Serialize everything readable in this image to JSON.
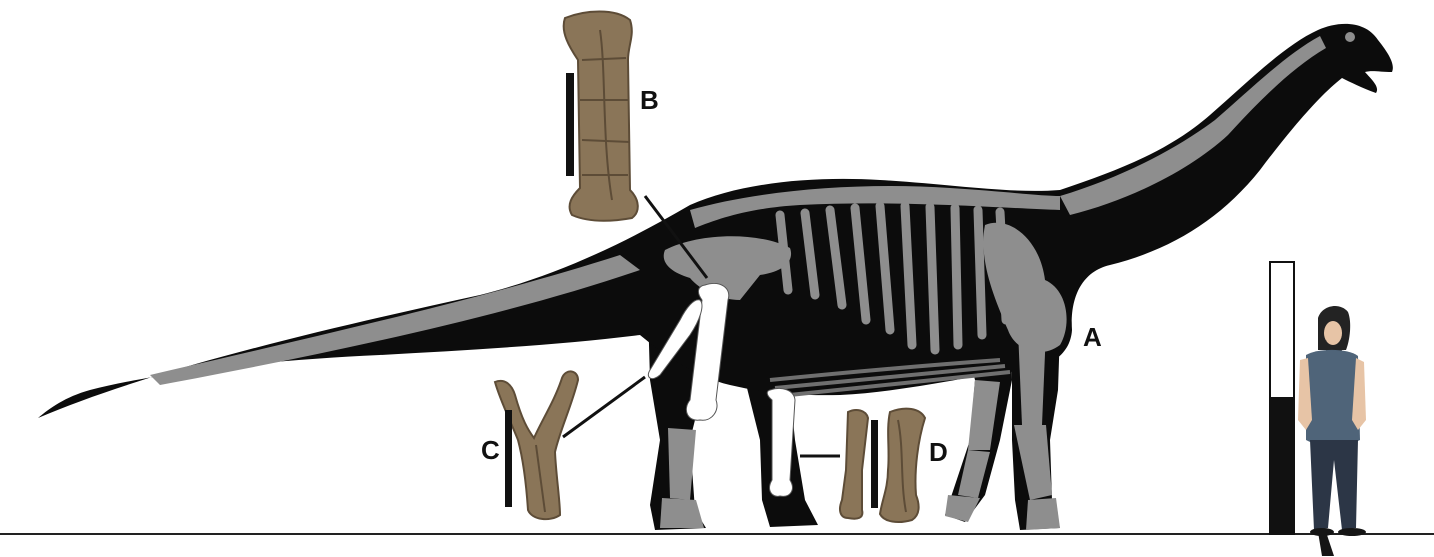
{
  "figure": {
    "panel_labels": {
      "a": "A",
      "b": "B",
      "c": "C",
      "d": "D"
    },
    "colors": {
      "silhouette": "#0c0c0c",
      "known_bone": "#8e8e8e",
      "preserved_bone": "#ffffff",
      "fossil": "#8a7558",
      "fossil_dark": "#5d4c37",
      "human_vest": "#4f6479",
      "human_pants": "#2c3646",
      "human_skin": "#e7c4a6",
      "human_hair": "#232323"
    },
    "icons": {
      "skeletal_reconstruction": "sauropod-skeletal-silhouette-icon",
      "fossil_b": "fossil-bone-icon",
      "fossil_c": "fossil-bone-icon",
      "fossil_d": "fossil-bone-icon",
      "human": "human-silhouette-icon"
    }
  }
}
